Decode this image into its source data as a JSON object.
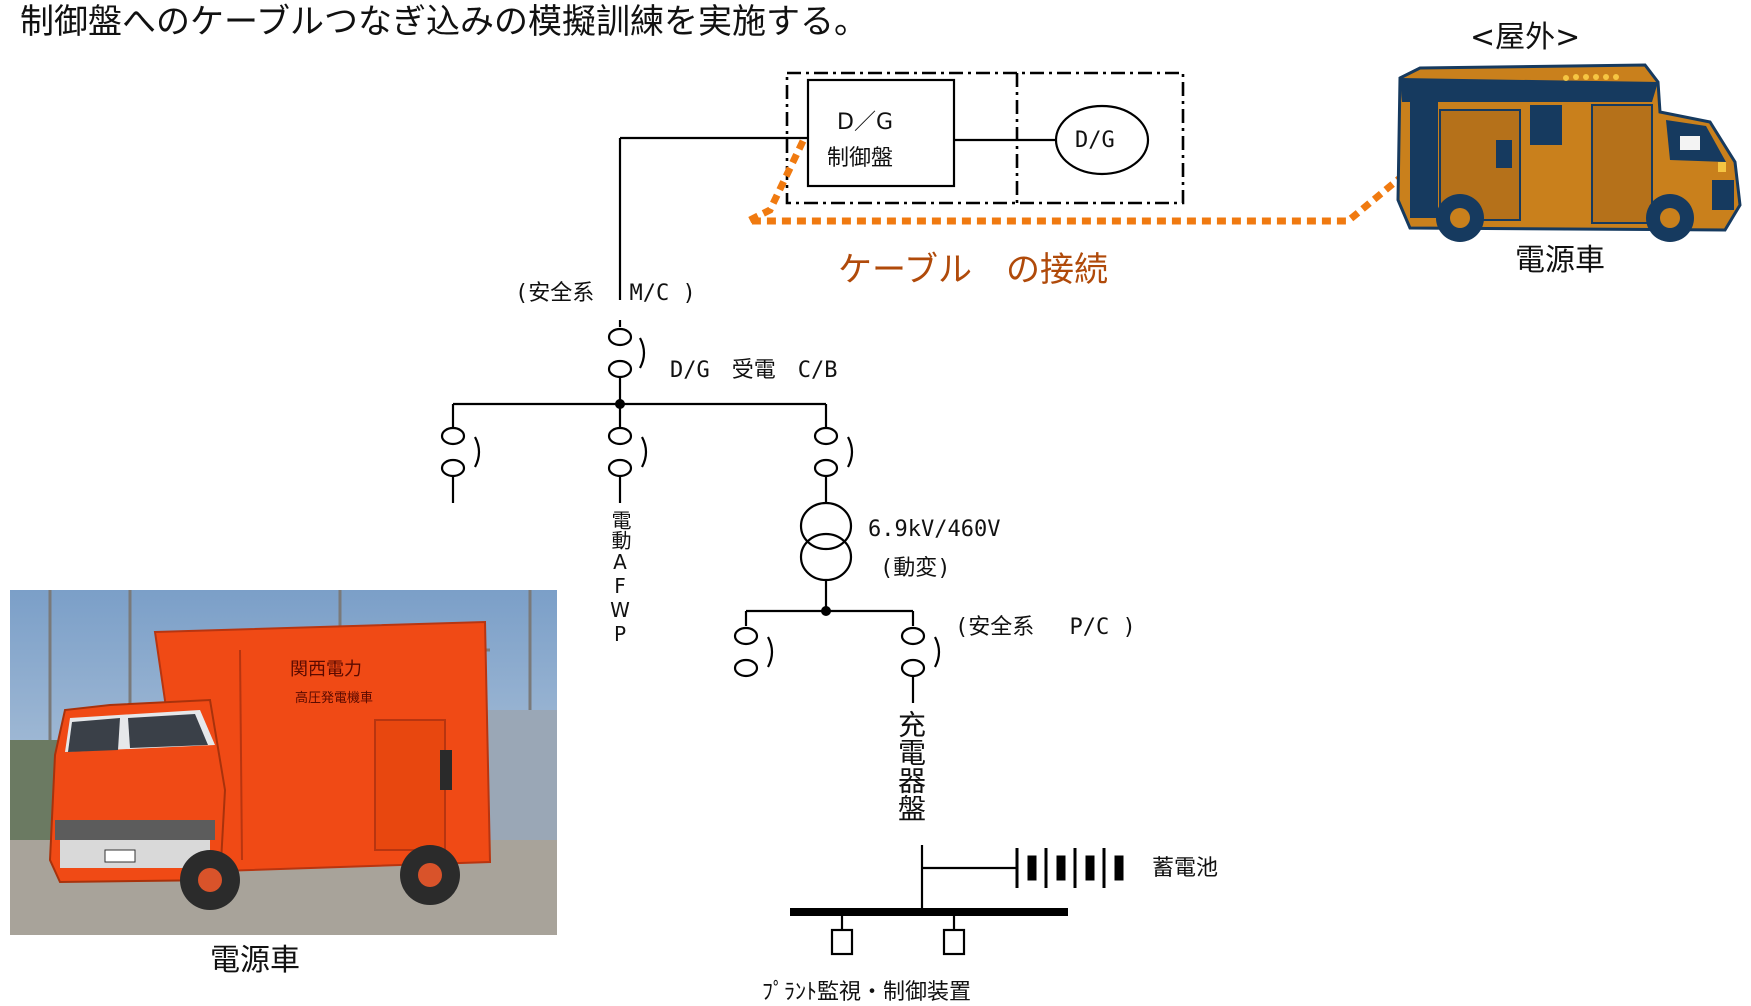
{
  "header": {
    "title": "制御盤へのケーブルつなぎ込みの模擬訓練を実施する。"
  },
  "outdoor": {
    "label": "<屋外>",
    "truck_caption": "電源車"
  },
  "diagram": {
    "dg_panel_line1": "D／G",
    "dg_panel_line2": "制御盤",
    "dg_circle": "D/G",
    "cable_connection": "ケーブル　の接続",
    "mc_label": "(安全系　 M/C )",
    "dg_cb_label": "D/G　受電　C/B",
    "afwp_label": "電動AFWP",
    "transformer_label1": "6.9kV/460V",
    "transformer_label2": "(動変)",
    "pc_label": "(安全系　 P/C )",
    "charger_label": "充電器盤",
    "battery_label": "蓄電池",
    "plant_label": "ﾌﾟﾗﾝﾄ監視・制御装置"
  },
  "photo": {
    "caption": "電源車",
    "door_line1": "関西電力",
    "door_line2": "高圧発電機車"
  },
  "colors": {
    "cable_orange": "#f07a10",
    "cable_text": "#b04a0a",
    "truck_orange": "#c9801c",
    "truck_navy": "#163a5f",
    "photo_truck": "#f04a15"
  }
}
